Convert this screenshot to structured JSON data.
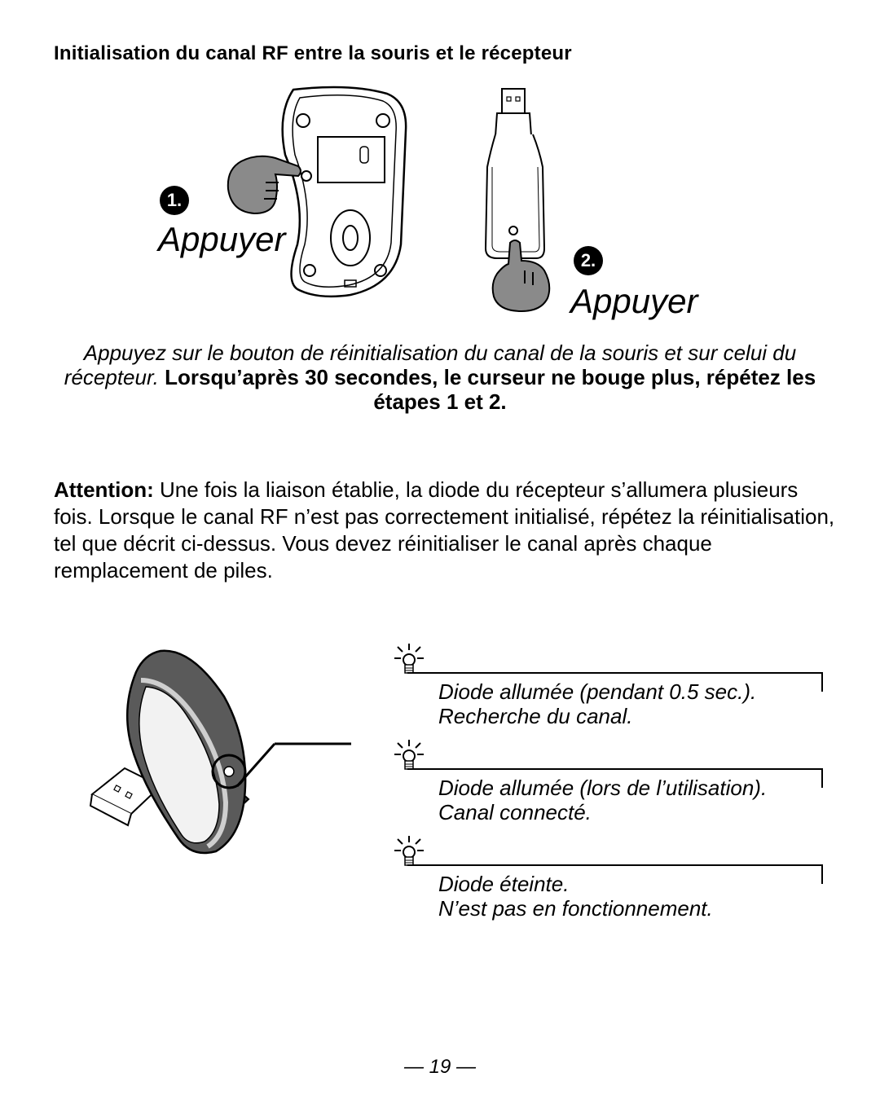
{
  "heading": "Initialisation du canal RF entre la souris et le récepteur",
  "steps": [
    {
      "number": "1.",
      "label": "Appuyer"
    },
    {
      "number": "2.",
      "label": "Appuyer"
    }
  ],
  "instructions": {
    "italic_part": "Appuyez sur le bouton de réinitialisation du canal de la souris et sur celui du récepteur.",
    "bold_part": "Lorsqu’après 30 secondes, le curseur ne bouge plus, répétez les étapes 1 et 2."
  },
  "attention": {
    "label": "Attention:",
    "text": "Une fois la liaison établie, la diode du récepteur s’allumera plusieurs fois. Lorsque le canal RF n’est pas correctement initialisé, répétez la réinitialisation, tel que décrit ci-dessus. Vous devez réinitialiser le canal après chaque remplacement de piles."
  },
  "diode_states": [
    {
      "line1": "Diode allumée (pendant 0.5 sec.).",
      "line2": "Recherche du canal.",
      "icon": "led-blinking-icon"
    },
    {
      "line1": "Diode allumée (lors de l’utilisation).",
      "line2": "Canal connecté.",
      "icon": "led-on-icon"
    },
    {
      "line1": "Diode éteinte.",
      "line2": "N’est pas en fonctionnement.",
      "icon": "led-off-icon"
    }
  ],
  "page_number": "— 19 —"
}
